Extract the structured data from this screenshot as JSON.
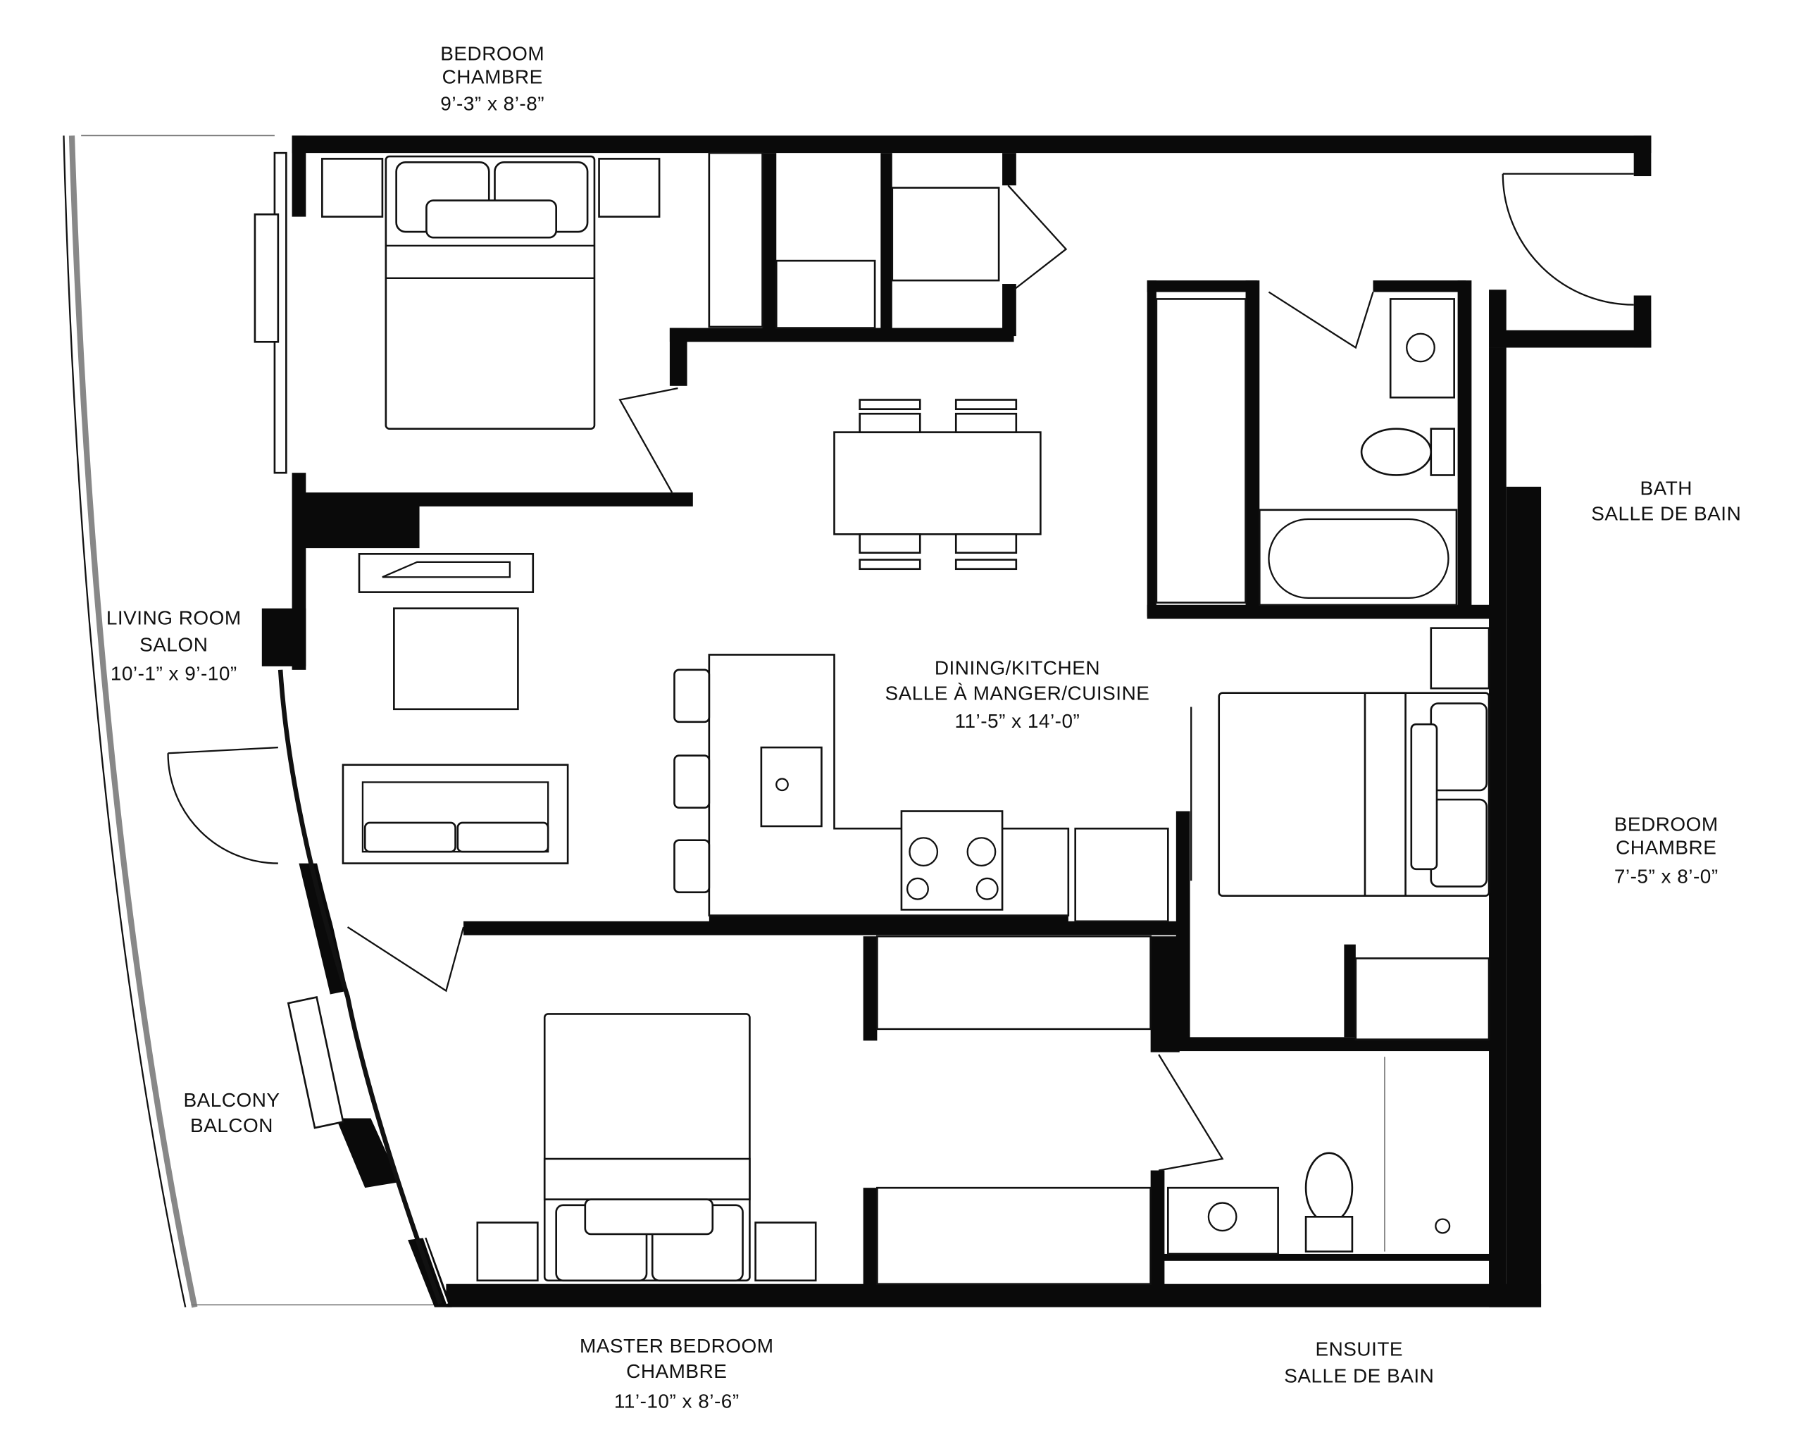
{
  "rooms": {
    "bedroom_top": {
      "name_en": "BEDROOM",
      "name_fr": "CHAMBRE",
      "size": "9’-3” x 8’-8”"
    },
    "bath": {
      "name_en": "BATH",
      "name_fr": "SALLE DE BAIN"
    },
    "living": {
      "name_en": "LIVING ROOM",
      "name_fr": "SALON",
      "size": "10’-1” x 9’-10”"
    },
    "dining": {
      "name_en": "DINING/KITCHEN",
      "name_fr": "SALLE À MANGER/CUISINE",
      "size": "11’-5” x 14’-0”"
    },
    "bedroom_right": {
      "name_en": "BEDROOM",
      "name_fr": "CHAMBRE",
      "size": "7’-5” x 8’-0”"
    },
    "balcony": {
      "name_en": "BALCONY",
      "name_fr": "BALCON"
    },
    "master": {
      "name_en": "MASTER BEDROOM",
      "name_fr": "CHAMBRE",
      "size": "11’-10” x 8’-6”"
    },
    "ensuite": {
      "name_en": "ENSUITE",
      "name_fr": "SALLE DE BAIN"
    }
  },
  "colors": {
    "wall": "#0a0a0a",
    "background": "#ffffff"
  }
}
